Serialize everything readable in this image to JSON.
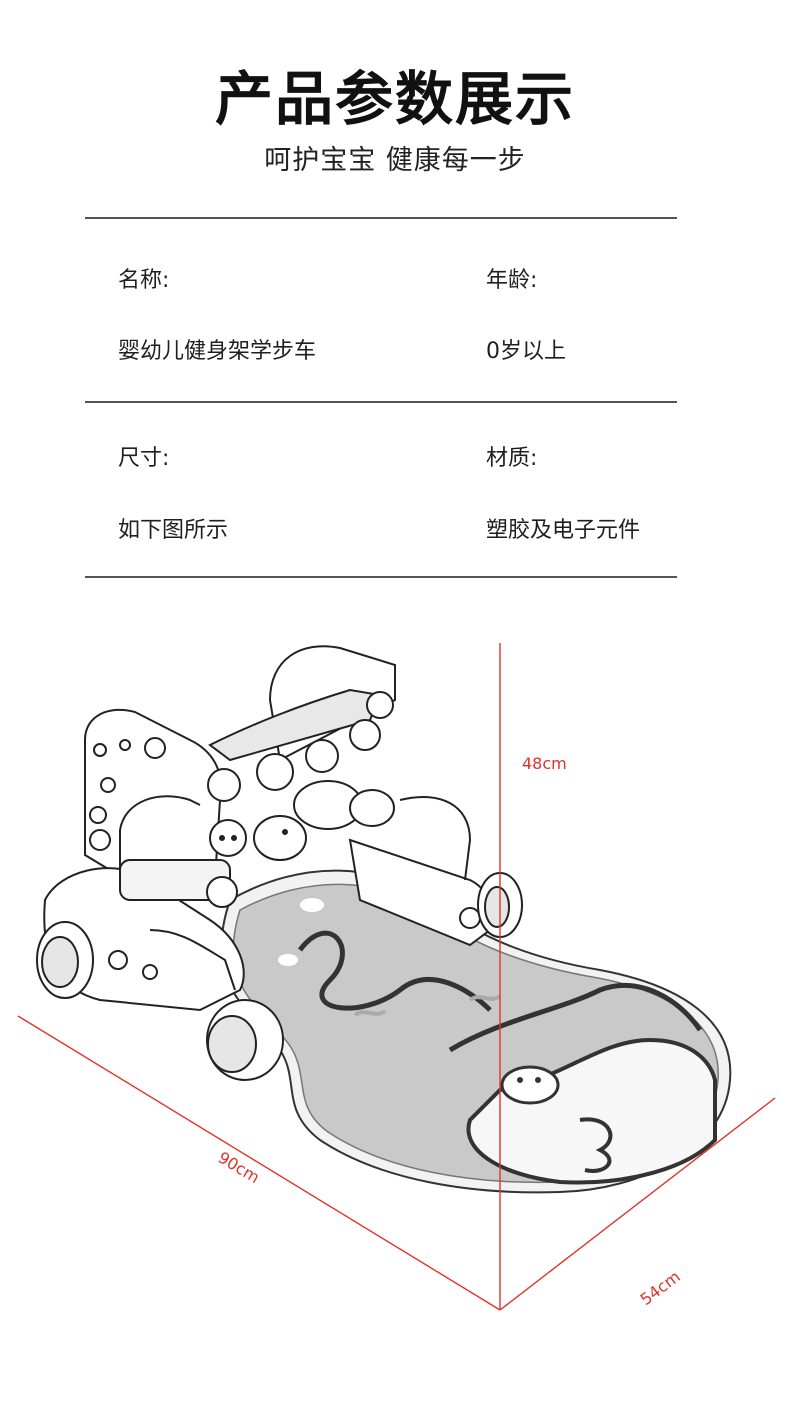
{
  "header": {
    "title": "产品参数展示",
    "subtitle": "呵护宝宝 健康每一步"
  },
  "specs": [
    {
      "label": "名称:",
      "value": "婴幼儿健身架学步车"
    },
    {
      "label": "年龄:",
      "value": "0岁以上"
    },
    {
      "label": "尺寸:",
      "value": "如下图所示"
    },
    {
      "label": "材质:",
      "value": "塑胶及电子元件"
    }
  ],
  "dimensions": {
    "height": "48cm",
    "length": "90cm",
    "width": "54cm",
    "line_color": "#e0332b"
  }
}
